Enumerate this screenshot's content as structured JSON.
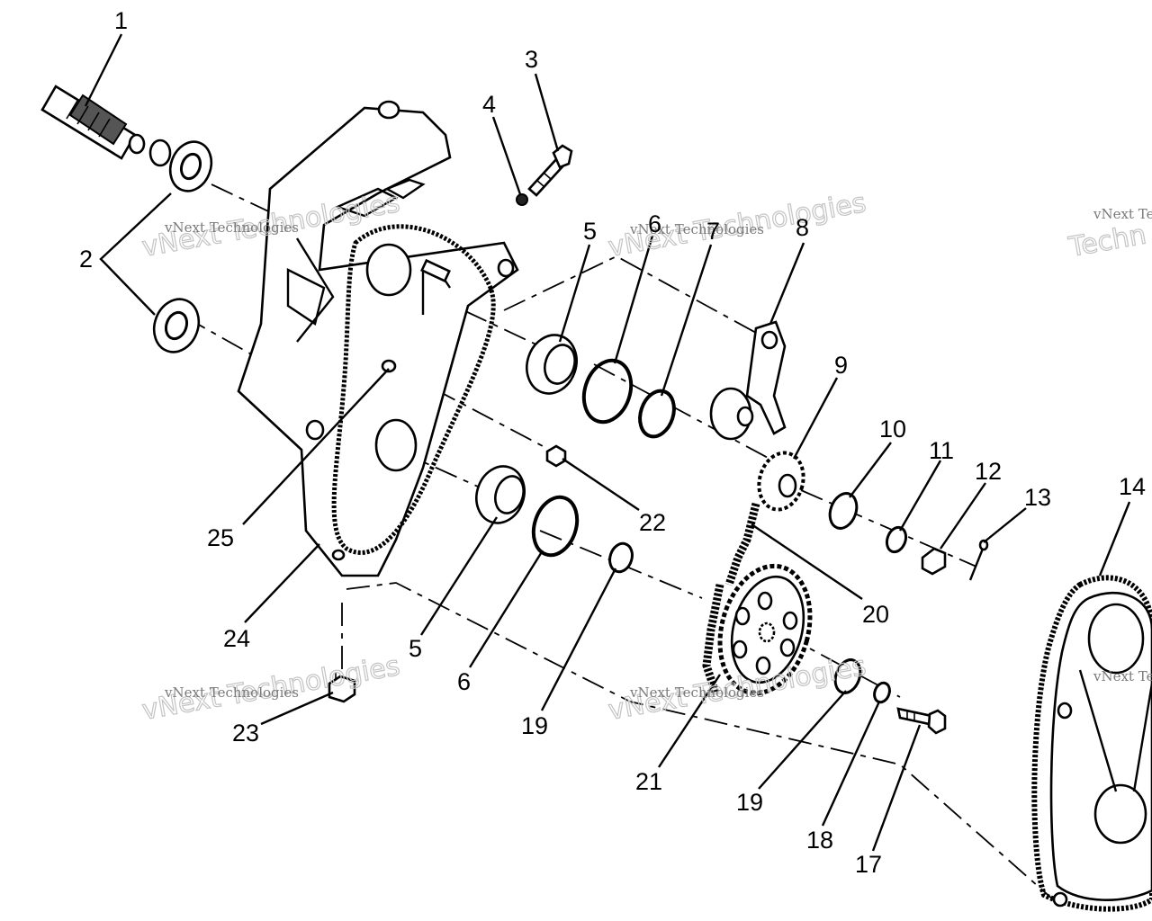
{
  "callouts": [
    {
      "id": "1",
      "label": "1"
    },
    {
      "id": "2",
      "label": "2"
    },
    {
      "id": "3",
      "label": "3"
    },
    {
      "id": "4",
      "label": "4"
    },
    {
      "id": "5a",
      "label": "5"
    },
    {
      "id": "6a",
      "label": "6"
    },
    {
      "id": "7",
      "label": "7"
    },
    {
      "id": "8",
      "label": "8"
    },
    {
      "id": "9",
      "label": "9"
    },
    {
      "id": "10",
      "label": "10"
    },
    {
      "id": "11",
      "label": "11"
    },
    {
      "id": "12",
      "label": "12"
    },
    {
      "id": "13",
      "label": "13"
    },
    {
      "id": "14",
      "label": "14"
    },
    {
      "id": "20",
      "label": "20"
    },
    {
      "id": "22",
      "label": "22"
    },
    {
      "id": "25",
      "label": "25"
    },
    {
      "id": "24",
      "label": "24"
    },
    {
      "id": "5b",
      "label": "5"
    },
    {
      "id": "6b",
      "label": "6"
    },
    {
      "id": "19a",
      "label": "19"
    },
    {
      "id": "23",
      "label": "23"
    },
    {
      "id": "21",
      "label": "21"
    },
    {
      "id": "19b",
      "label": "19"
    },
    {
      "id": "18",
      "label": "18"
    },
    {
      "id": "17",
      "label": "17"
    }
  ],
  "watermark": {
    "small": "vNext Technologies",
    "big": "vNext Technologies",
    "partial_small": "vNext Te",
    "partial_big": "Techn"
  }
}
